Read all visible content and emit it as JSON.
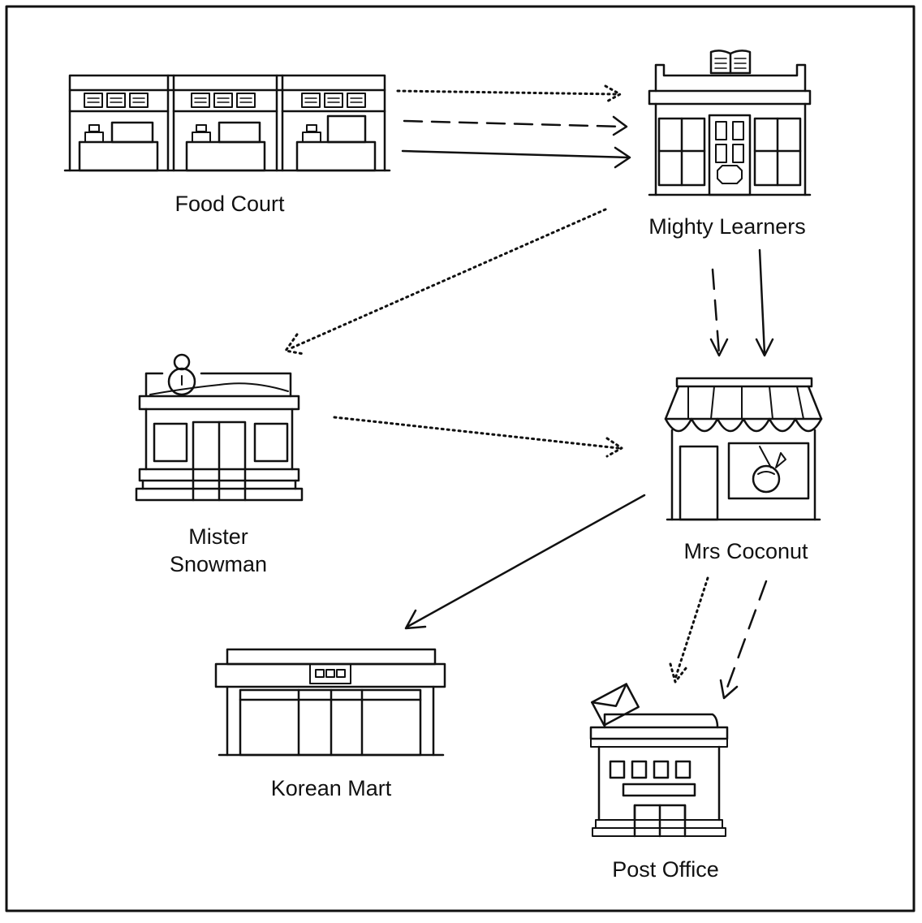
{
  "places": {
    "food_court": "Food Court",
    "mighty_learners": "Mighty Learners",
    "mister_snowman_line1": "Mister",
    "mister_snowman_line2": "Snowman",
    "mrs_coconut": "Mrs Coconut",
    "korean_mart": "Korean Mart",
    "post_office": "Post Office"
  },
  "routes": [
    {
      "style": "dotted",
      "from": "Food Court",
      "to": "Mighty Learners"
    },
    {
      "style": "dashed",
      "from": "Food Court",
      "to": "Mighty Learners"
    },
    {
      "style": "solid",
      "from": "Food Court",
      "to": "Mighty Learners"
    },
    {
      "style": "dotted",
      "from": "Mighty Learners",
      "to": "Mister Snowman"
    },
    {
      "style": "dashed",
      "from": "Mighty Learners",
      "to": "Mrs Coconut"
    },
    {
      "style": "solid",
      "from": "Mighty Learners",
      "to": "Mrs Coconut"
    },
    {
      "style": "dotted",
      "from": "Mister Snowman",
      "to": "Mrs Coconut"
    },
    {
      "style": "solid",
      "from": "Mrs Coconut",
      "to": "Korean Mart"
    },
    {
      "style": "dotted",
      "from": "Mrs Coconut",
      "to": "Post Office"
    },
    {
      "style": "dashed",
      "from": "Mrs Coconut",
      "to": "Post Office"
    }
  ]
}
